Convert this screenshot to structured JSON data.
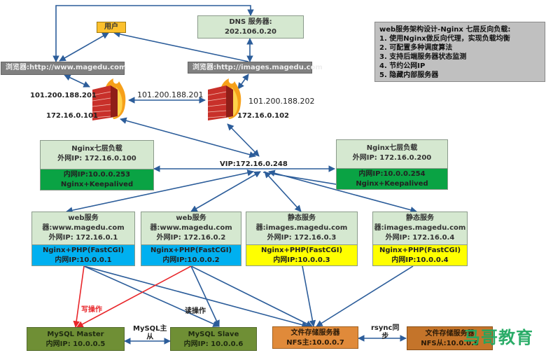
{
  "user": {
    "label": "用户"
  },
  "dns": {
    "title": "DNS 服务器:",
    "ip": "202.106.0.20"
  },
  "browser_left": {
    "label": "浏览器:http://www.magedu.com"
  },
  "browser_right": {
    "label": "浏览器:http://images.magedu.com"
  },
  "firewall_left": {
    "public_ip": "101.200.188.201",
    "private_ip": "172.16.0.101"
  },
  "firewall_right": {
    "public_ip": "101.200.188.202",
    "private_ip": "172.16.0.102"
  },
  "firewall_link_label": "101.200.188.201",
  "vip_label": "VIP:172.16.0.248",
  "note": {
    "title": "web服务架构设计-Nginx 七层反向负载:",
    "items": [
      "1. 使用Nginx做反向代理，实现负载均衡",
      "2. 可配置多种调度算法",
      "3. 支持后端服务器状态监测",
      "4. 节约公网IP",
      "5. 隐藏内部服务器"
    ]
  },
  "lb": [
    {
      "title": "Nginx七层负载",
      "public_ip": "外网IP: 172.16.0.100",
      "private_ip": "内网IP:10.0.0.253",
      "software": "Nginx+Keepalived"
    },
    {
      "title": "Nginx七层负载",
      "public_ip": "外网IP: 172.16.0.200",
      "private_ip": "内网IP:10.0.0.254",
      "software": "Nginx+Keepalived"
    }
  ],
  "servers": [
    {
      "line1": "web服务",
      "line2": "器:www.magedu.com",
      "public_ip": "外网IP: 172.16.0.1",
      "stack": "Nginx+PHP(FastCGI)",
      "private_ip": "内网IP:10.0.0.1",
      "color": "#00b0f0"
    },
    {
      "line1": "web服务",
      "line2": "器:www.magedu.com",
      "public_ip": "外网IP: 172.16.0.2",
      "stack": "Nginx+PHP(FastCGI)",
      "private_ip": "内网IP:10.0.0.2",
      "color": "#00b0f0"
    },
    {
      "line1": "静态服务",
      "line2": "器:images.magedu.com",
      "public_ip": "外网IP: 172.16.0.3",
      "stack": "Nginx+PHP(FastCGI)",
      "private_ip": "内网IP:10.0.0.3",
      "color": "#ffff00"
    },
    {
      "line1": "静态服务",
      "line2": "器:images.magedu.com",
      "public_ip": "外网IP: 172.16.0.4",
      "stack": "Nginx+PHP(FastCGI)",
      "private_ip": "内网IP:10.0.0.4",
      "color": "#ffff00"
    }
  ],
  "mysql_master": {
    "title": "MySQL Master",
    "ip": "内网IP: 10.0.0.5"
  },
  "mysql_slave": {
    "title": "MySQL Slave",
    "ip": "内网IP: 10.0.0.6"
  },
  "mysql_link": {
    "line1": "MySQL主",
    "line2": "从"
  },
  "nfs_master": {
    "title": "文件存储服务器",
    "ip": "NFS主:10.0.0.7"
  },
  "nfs_slave": {
    "title": "文件存储服务器",
    "ip": "NFS从:10.0.0.8"
  },
  "rsync_link": {
    "line1": "rsync同",
    "line2": "步"
  },
  "write_label": "写操作",
  "read_label": "读操作",
  "watermark": "马哥教育",
  "colors": {
    "arrow": "#2c5d9a",
    "write_arrow": "#e8262a"
  }
}
